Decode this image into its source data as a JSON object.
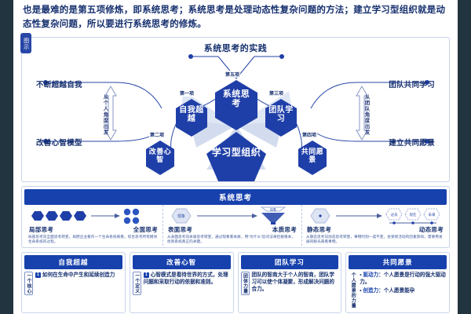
{
  "intro": {
    "paragraph": "也是最难的是第五项修炼，即系统思考；系统思考是处理动态性复杂问题的方法；建立学习型组织就是动态性复杂问题，所以要进行系统思考的修炼。"
  },
  "diagram": {
    "corner_tag": "图示",
    "title": "系统思考的实践",
    "side_labels": {
      "top_left": "不断超越自我",
      "bottom_left": "改善心智模型",
      "top_right": "团队共同学习",
      "bottom_right": "建立共同愿景"
    },
    "arrows": {
      "left": "从个人角度出发",
      "right": "从团队角度出发"
    },
    "nodes": [
      {
        "order": "第一项",
        "label": "自我超越"
      },
      {
        "order": "第二项",
        "label": "改善心智"
      },
      {
        "order": "第三项",
        "label": "团队学习"
      },
      {
        "order": "第四项",
        "label": "共同愿景"
      },
      {
        "order": "第五项",
        "label": "系统思考"
      }
    ],
    "center": "学习型组织"
  },
  "band": {
    "title": "系统思考",
    "columns": [
      {
        "from": "局部思考",
        "to": "全面思考",
        "caption": "局部思考向全面思考转变，如把企业看作一个生命系统来看，综合思考所有模块生命系统的过程。"
      },
      {
        "from": "表面思考",
        "to": "本质思考",
        "funnel_top": "现象",
        "funnel_bottom": "本质",
        "caption": "从表面思考向本质思考转变，通过现象看本质，用\"为什么\"追问法来挖掘根本，找到系统真正的关键。"
      },
      {
        "from": "静态思考",
        "to": "动态思考",
        "timeline": [
          "过去",
          "现在",
          "未来"
        ],
        "caption": "从静态思考向动态思考转变，事物时刻一成不变，会受到活动的因素影响，需要用发展的眼光来看事物。"
      }
    ]
  },
  "cards": [
    {
      "title": "自我超越",
      "tag": "一个核心",
      "items": [
        {
          "num": "1",
          "text": "如何在生命中产生和延续创造力"
        }
      ]
    },
    {
      "title": "改善心智",
      "tag": "一个定义",
      "items": [
        {
          "num": "1",
          "text": "心智模式是看待世界的方式，处理问题和采取行动的依据和准则。"
        }
      ]
    },
    {
      "title": "团队学习",
      "tag": "团体力量",
      "items": [
        {
          "num": "",
          "text": "团队的智商大于个人的智商，团队学习可以使个体凝聚，形成解决问题的合力。"
        }
      ]
    },
    {
      "title": "共同愿景",
      "tag": "个人愿景的力量",
      "bullets": [
        {
          "key": "驱动力",
          "text": "：个人愿景是行动的强大驱动力。"
        },
        {
          "key": "创造力",
          "text": "：个人愿景能孕"
        }
      ]
    }
  ],
  "colors": {
    "brand": "#1741ad",
    "dark_text": "#16306f",
    "frame": "#22343f",
    "hex_fill": "#1f3fa8",
    "hex_light": "#c3cfe8"
  }
}
